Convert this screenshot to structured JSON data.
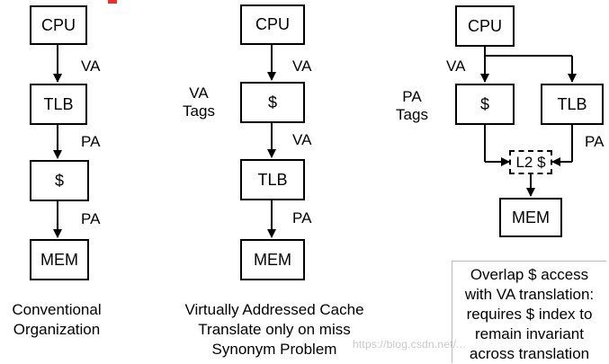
{
  "col1": {
    "boxes": [
      "CPU",
      "TLB",
      "$",
      "MEM"
    ],
    "edge_labels": [
      "VA",
      "PA",
      "PA"
    ],
    "caption": [
      "Conventional",
      "Organization"
    ]
  },
  "col2": {
    "boxes": [
      "CPU",
      "$",
      "TLB",
      "MEM"
    ],
    "edge_labels": [
      "VA",
      "VA",
      "PA"
    ],
    "side_label": [
      "VA",
      "Tags"
    ],
    "caption": [
      "Virtually Addressed Cache",
      "Translate only on miss",
      "Synonym Problem"
    ]
  },
  "col3": {
    "boxes": [
      "CPU",
      "$",
      "TLB",
      "L2 $",
      "MEM"
    ],
    "edge_labels": [
      "VA",
      "PA"
    ],
    "side_label": [
      "PA",
      "Tags"
    ],
    "note": [
      "Overlap $ access",
      "with VA translation:",
      "requires $ index to",
      "remain invariant",
      "across translation"
    ]
  },
  "watermark": "https://blog.csdn.net/...",
  "colors": {
    "accent_red": "#e8302a",
    "watermark": "#c8c8c8"
  }
}
